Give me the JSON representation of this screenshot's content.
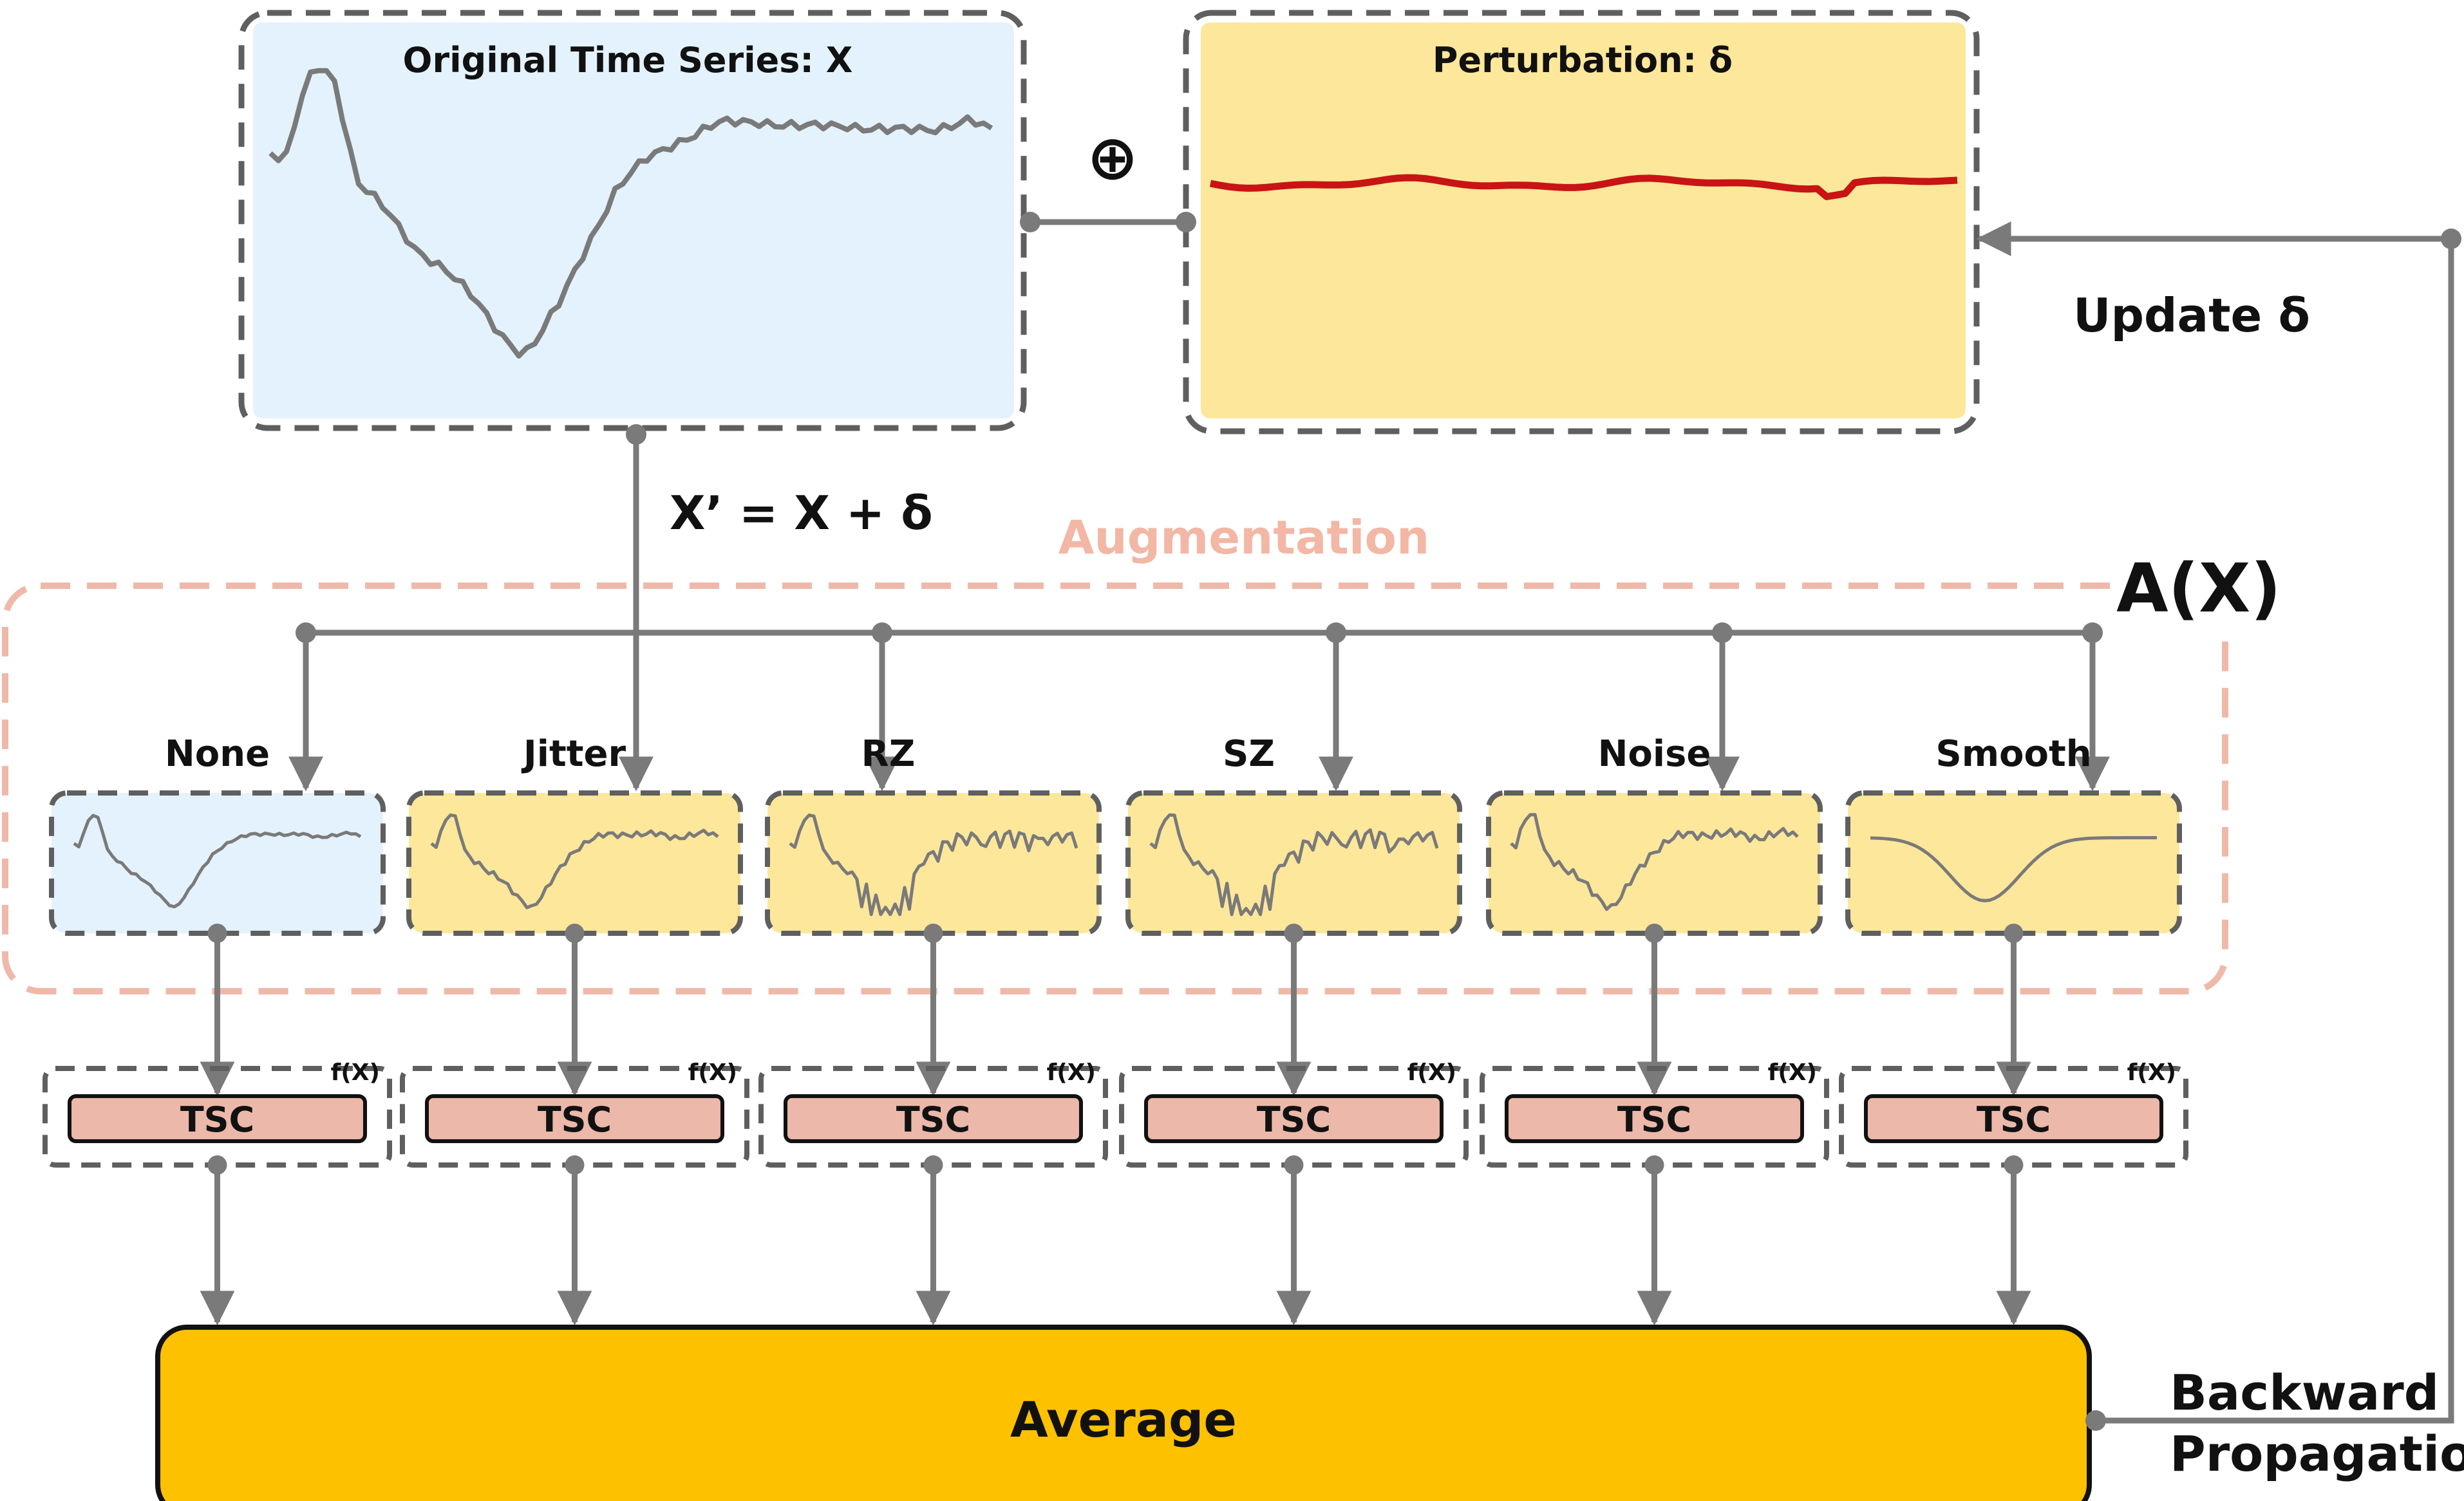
{
  "colors": {
    "line": "#7a7a7a",
    "dash": "#5f5f5f",
    "blue_fill": "#e3f2fd",
    "yellow_fill": "#fde79b",
    "aug_border": "#efb9aa",
    "aug_title": "#f2b7a5",
    "tsc_fill": "#ebb8a9",
    "average_fill": "#fdc100",
    "perturbation_line": "#c81414",
    "text": "#111111"
  },
  "original": {
    "title": "Original Time Series: X"
  },
  "perturbation": {
    "title": "Perturbation: δ"
  },
  "plus_symbol": "⊕",
  "equation": "X’ = X + δ",
  "update_label": "Update δ",
  "augmentation": {
    "title": "Augmentation",
    "function_label": "A(X)",
    "methods": [
      {
        "label": "None",
        "style": "blue"
      },
      {
        "label": "Jitter",
        "style": "yellow"
      },
      {
        "label": "RZ",
        "style": "yellow"
      },
      {
        "label": "SZ",
        "style": "yellow"
      },
      {
        "label": "Noise",
        "style": "yellow"
      },
      {
        "label": "Smooth",
        "style": "yellow"
      }
    ]
  },
  "classifier": {
    "label": "TSC",
    "function_label": "f(X)"
  },
  "average": {
    "label": "Average"
  },
  "backprop": {
    "line1": "Backward",
    "line2": "Propagation"
  }
}
